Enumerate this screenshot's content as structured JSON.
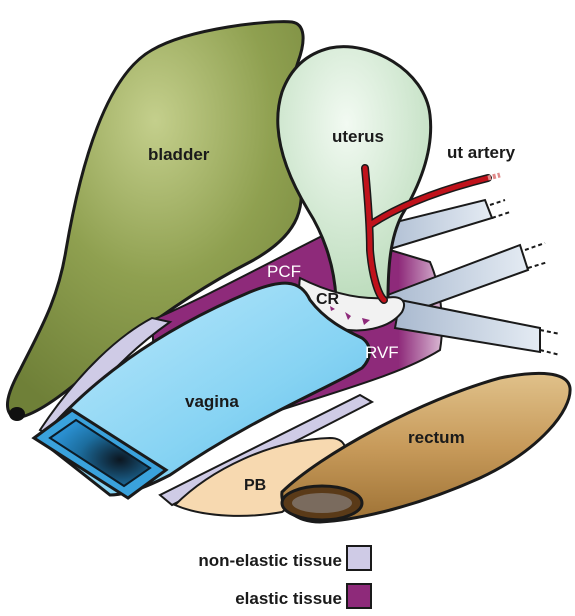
{
  "labels": {
    "bladder": "bladder",
    "uterus": "uterus",
    "ut_artery": "ut artery",
    "pcf": "PCF",
    "cr": "CR",
    "rvf": "RVF",
    "vagina": "vagina",
    "rectum": "rectum",
    "pb": "PB"
  },
  "legend": {
    "non_elastic": "non-elastic tissue",
    "elastic": "elastic tissue"
  },
  "colors": {
    "bladder": "#8a9a4a",
    "uterus": "#cfe6cf",
    "artery": "#c0121b",
    "vagina": "#7fd0f0",
    "rectum": "#c9a064",
    "perineal_body": "#f7d9b0",
    "elastic": "#8e2a7a",
    "non_elastic": "#cfcbe6",
    "ligament": "#b8c6d8"
  }
}
